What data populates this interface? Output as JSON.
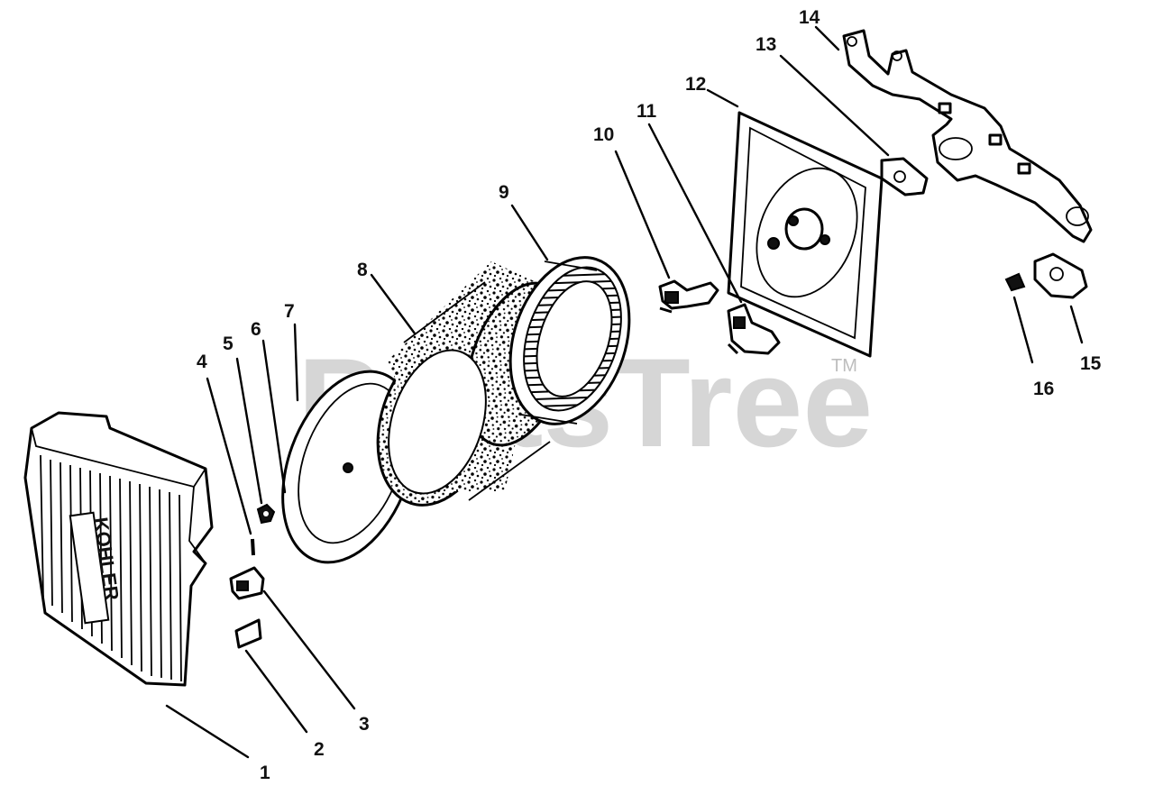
{
  "watermark": {
    "text": "PartsTree",
    "trademark": "TM"
  },
  "brand_label": "KOHLER",
  "callouts": [
    "1",
    "2",
    "3",
    "4",
    "5",
    "6",
    "7",
    "8",
    "9",
    "10",
    "11",
    "12",
    "13",
    "14",
    "15",
    "16"
  ],
  "colors": {
    "ink": "#000000",
    "background": "#ffffff",
    "watermark": "#bdbdbd"
  }
}
